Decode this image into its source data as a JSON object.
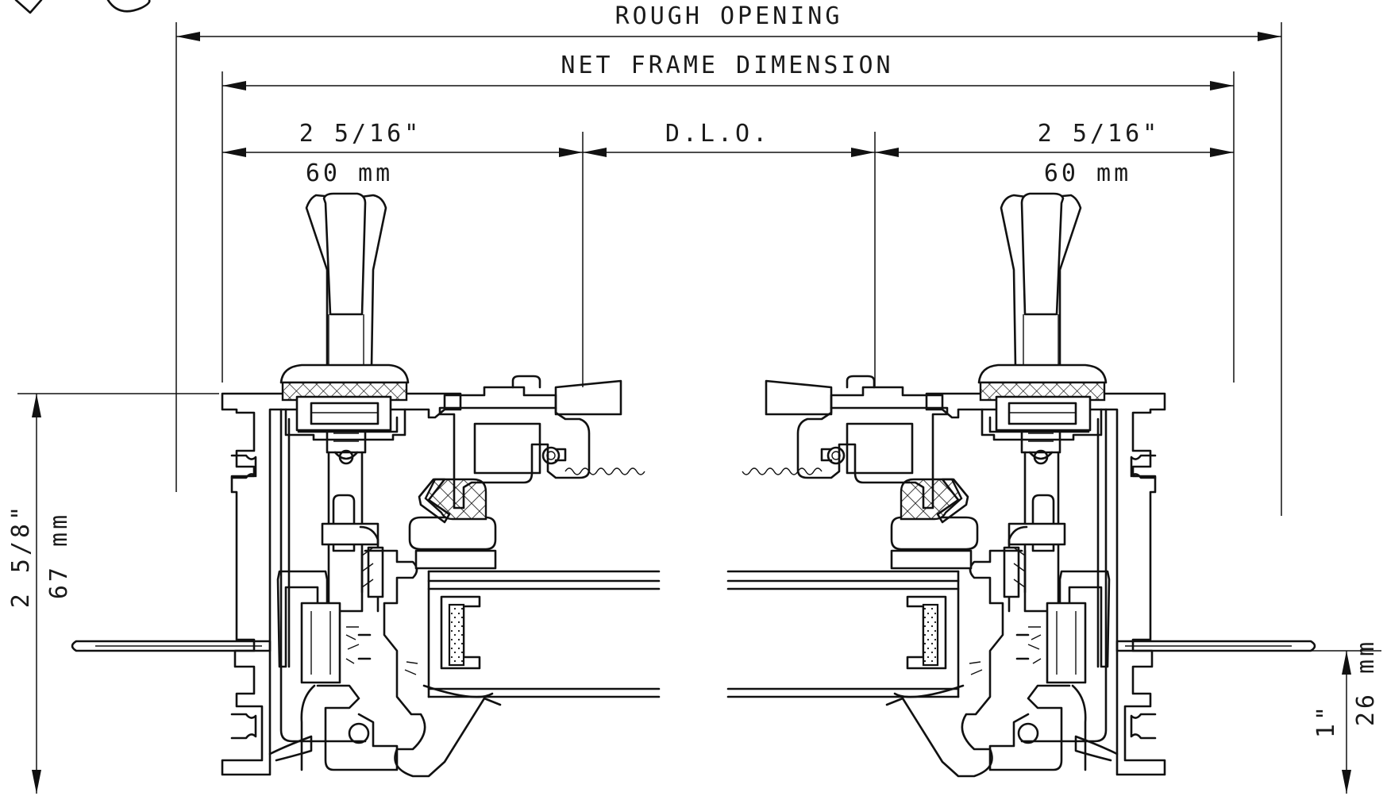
{
  "labels": {
    "rough_opening": "ROUGH OPENING",
    "net_frame_dimension": "NET FRAME DIMENSION",
    "left_frame_imperial": "2 5/16\"",
    "left_frame_metric": "60 mm",
    "dlo": "D.L.O.",
    "right_frame_imperial": "2 5/16\"",
    "right_frame_metric": "60 mm",
    "height_imperial": "2 5/8\"",
    "height_metric": "67 mm",
    "flange_imperial": "1\"",
    "flange_metric": "26 mm"
  },
  "colors": {
    "line": "#111111",
    "background": "#ffffff"
  }
}
